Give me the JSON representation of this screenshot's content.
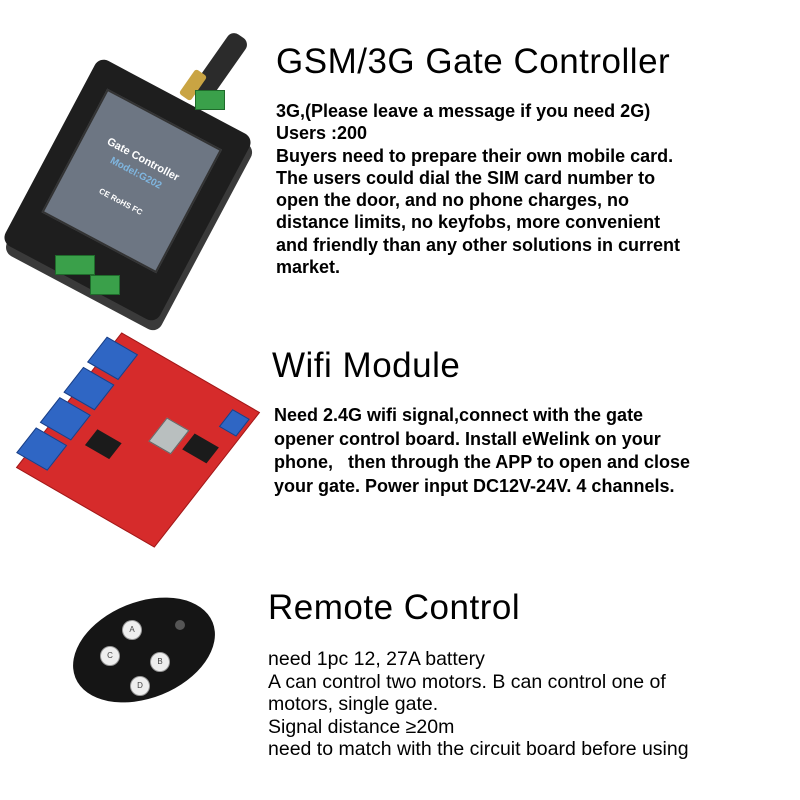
{
  "sections": [
    {
      "title": "GSM/3G Gate Controller",
      "lines": [
        "3G,(Please leave a message if you need 2G)",
        "Users :200",
        "Buyers need to prepare their own mobile card.",
        "The users could dial the SIM card number to",
        "open the door, and no phone charges, no",
        "distance limits, no keyfobs, more convenient",
        "and friendly than any other solutions in current",
        "market."
      ],
      "device_label": {
        "name": "Gate Controller",
        "model": "Model:G202",
        "marks": "CE RoHS FC"
      }
    },
    {
      "title": "Wifi Module",
      "lines": [
        "Need 2.4G wifi signal,connect with the gate",
        "opener control board. Install eWelink on your",
        "phone,   then through the APP to open and close",
        "your gate. Power input DC12V-24V. 4 channels."
      ]
    },
    {
      "title": "Remote Control",
      "lines": [
        "need 1pc 12, 27A battery",
        "A can control two motors. B can control one of",
        "motors, single gate.",
        "Signal distance ≥20m",
        "need to match with the circuit board before using"
      ],
      "buttons": [
        "A",
        "B",
        "C",
        "D"
      ]
    }
  ]
}
